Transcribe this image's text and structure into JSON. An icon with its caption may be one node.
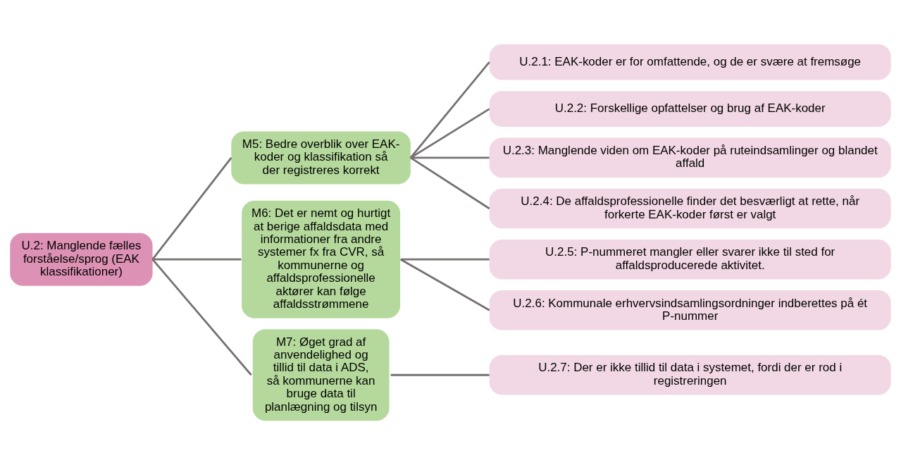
{
  "diagram": {
    "nodes": [
      {
        "text": [
          "U.2: Manglende fælles forståelse/sprog (EAK klassifikationer)"
        ]
      },
      {
        "text": [
          "M5: Bedre overblik over EAK-koder og klassifikation så der registreres korrekt"
        ]
      },
      {
        "text": [
          "M6: Det er nemt og hurtigt at berige affaldsdata med informationer fra andre systemer fx fra CVR, så kommunerne og affaldsprofessionelle aktører kan følge affaldsstrømmene"
        ]
      },
      {
        "text": [
          "M7: Øget grad af anvendelighed og tillid til data i ADS, så kommunerne kan bruge data til planlægning og tilsyn"
        ]
      },
      {
        "text": [
          "U.2.1: EAK-koder er for omfattende, og de er svære at fremsøge"
        ]
      },
      {
        "text": [
          "U.2.2: Forskellige opfattelser og brug af EAK-koder"
        ]
      },
      {
        "text": [
          "U.2.3: Manglende viden om EAK-koder på ruteindsamlinger og blandet affald"
        ]
      },
      {
        "text": [
          "U.2.4: De affaldsprofessionelle finder det besværligt at rette, når forkerte EAK-koder først er valgt"
        ]
      },
      {
        "text": [
          "U.2.5: P-nummeret mangler eller svarer ikke til sted for affaldsproducerede aktivitet."
        ]
      },
      {
        "text": [
          "U.2.6: Kommunale erhvervsindsamlingsordninger indberettes på ét P-nummer"
        ]
      },
      {
        "text": [
          "U.2.7: Der er ikke tillid til data i systemet, fordi der er rod i registreringen"
        ]
      }
    ],
    "edges": [
      {
        "from": 0,
        "to": 1,
        "arrow": "none"
      },
      {
        "from": 0,
        "to": 2,
        "arrow": "none"
      },
      {
        "from": 0,
        "to": 3,
        "arrow": "none"
      },
      {
        "from": 1,
        "to": 4,
        "arrow": "none"
      },
      {
        "from": 1,
        "to": 5,
        "arrow": "none"
      },
      {
        "from": 1,
        "to": 6,
        "arrow": "none"
      },
      {
        "from": 1,
        "to": 7,
        "arrow": "none"
      },
      {
        "from": 2,
        "to": 8,
        "arrow": "none"
      },
      {
        "from": 2,
        "to": 9,
        "arrow": "none"
      },
      {
        "from": 3,
        "to": 10,
        "arrow": "none"
      }
    ]
  }
}
